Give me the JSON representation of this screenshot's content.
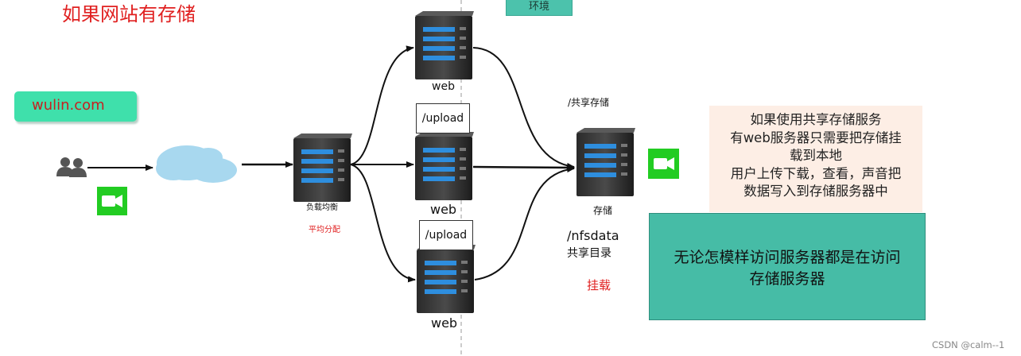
{
  "title": "如果网站有存储",
  "env_tag": "环境",
  "site": {
    "domain": "wulin.com"
  },
  "load_balancer": {
    "label": "负载均衡",
    "policy": "平均分配"
  },
  "web_servers": [
    {
      "label": "web"
    },
    {
      "label": "web"
    },
    {
      "label": "web"
    }
  ],
  "upload_paths": [
    "/upload",
    "/upload"
  ],
  "storage": {
    "label": "存储",
    "shared_storage_caption": "/共享存储",
    "export_path": "/nfsdata",
    "export_caption": "共享目录",
    "mount_caption": "挂载"
  },
  "note_lines": [
    "如果使用共享存储服务",
    "有web服务器只需要把存储挂",
    "载到本地",
    "用户上传下载，查看，声音把",
    "数据写入到存储服务器中"
  ],
  "banner_lines": [
    "无论怎模样访问服务器都是在访问",
    "存储服务器"
  ],
  "watermark": "CSDN @calm--1",
  "colors": {
    "title": "#e02020",
    "site_box": "#3fe0ab",
    "banner": "#46bca6",
    "note_bg": "#fdeee5",
    "video_icon": "#22cc22"
  }
}
